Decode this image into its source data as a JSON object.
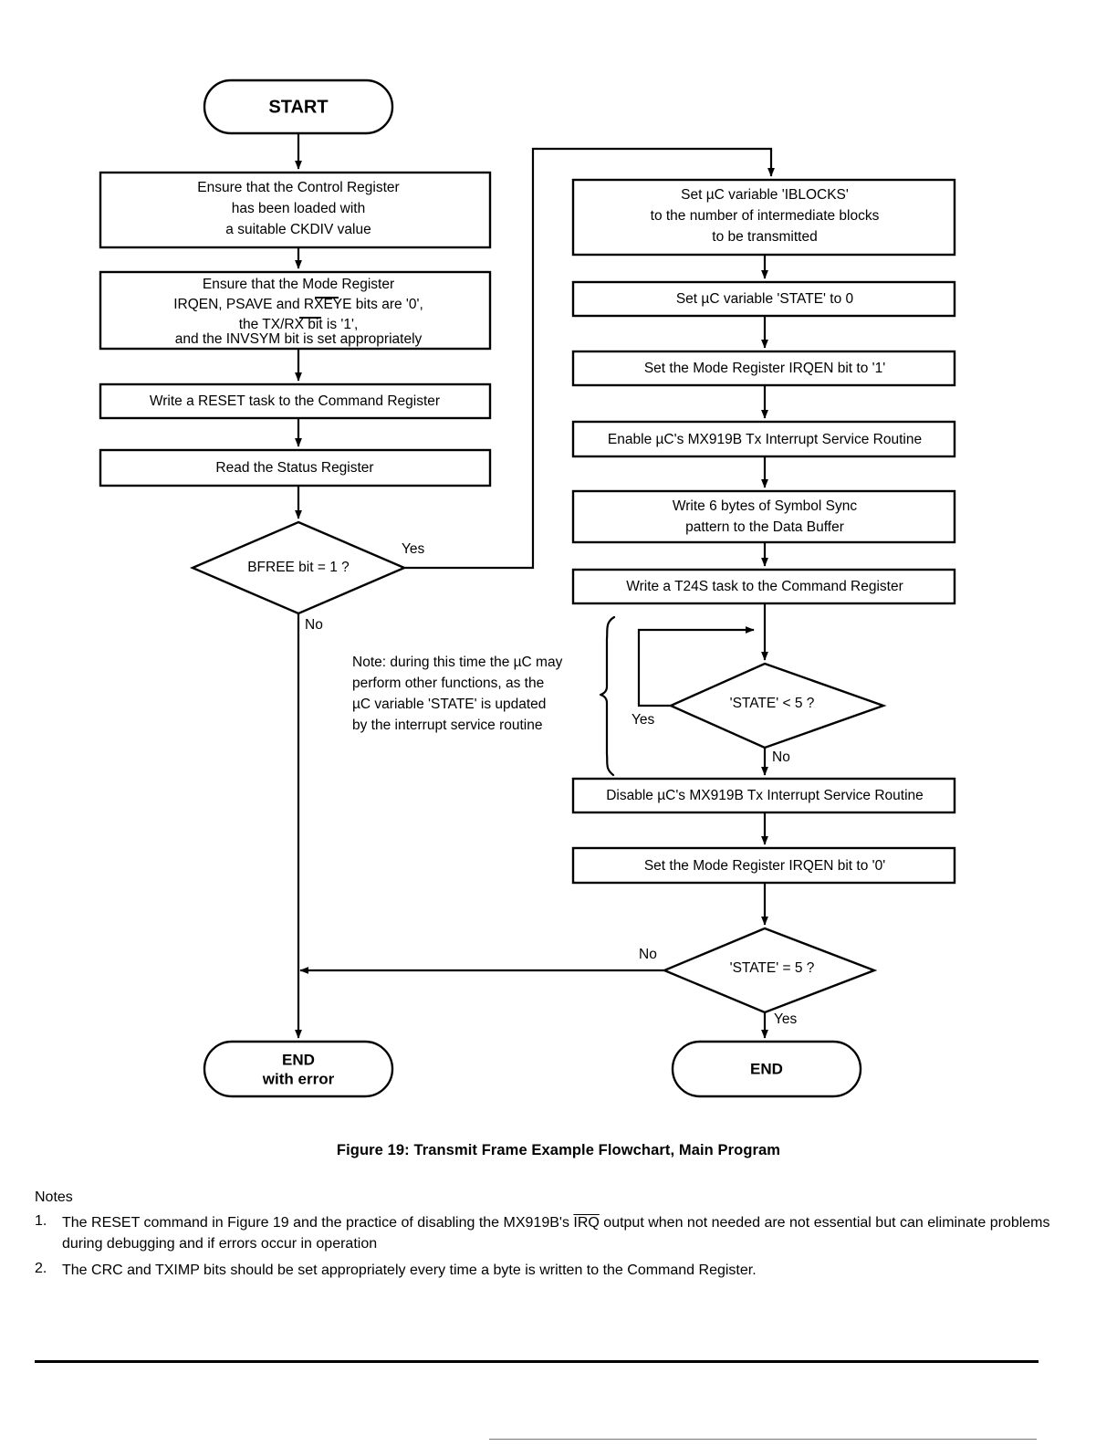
{
  "figure": {
    "caption": "Figure 19:  Transmit Frame Example Flowchart, Main Program"
  },
  "flowchart": {
    "type": "flowchart",
    "nodes": [
      {
        "id": "start",
        "shape": "terminator",
        "text": "START"
      },
      {
        "id": "ctrl_reg",
        "shape": "process",
        "lines": [
          "Ensure that the Control Register",
          "has been loaded with",
          "a suitable CKDIV value"
        ]
      },
      {
        "id": "mode_reg",
        "shape": "process",
        "lines": [
          "Ensure that the Mode Register",
          "IRQEN, PSAVE and RXEYE bits are '0',",
          "the TX/RX bit is '1',",
          "and the INVSYM bit is set appropriately"
        ]
      },
      {
        "id": "reset_task",
        "shape": "process",
        "lines": [
          "Write a RESET task to the Command Register"
        ]
      },
      {
        "id": "read_status",
        "shape": "process",
        "lines": [
          "Read the Status Register"
        ]
      },
      {
        "id": "bfree",
        "shape": "decision",
        "text": "BFREE bit = 1 ?"
      },
      {
        "id": "end_error",
        "shape": "terminator",
        "lines": [
          "END",
          "with error"
        ]
      },
      {
        "id": "iblocks",
        "shape": "process",
        "lines": [
          "Set µC variable 'IBLOCKS'",
          "to the number of intermediate blocks",
          "to be transmitted"
        ]
      },
      {
        "id": "state_zero",
        "shape": "process",
        "lines": [
          "Set µC variable 'STATE' to 0"
        ]
      },
      {
        "id": "irqen_one",
        "shape": "process",
        "lines": [
          "Set the Mode Register  IRQEN bit to '1'"
        ]
      },
      {
        "id": "enable_isr",
        "shape": "process",
        "lines": [
          "Enable µC's MX919B Tx Interrupt Service Routine"
        ]
      },
      {
        "id": "symbol_sync",
        "shape": "process",
        "lines": [
          "Write 6 bytes of Symbol Sync",
          "pattern to the Data Buffer"
        ]
      },
      {
        "id": "t24s_task",
        "shape": "process",
        "lines": [
          "Write a T24S task to the Command Register"
        ]
      },
      {
        "id": "state_lt5",
        "shape": "decision",
        "text": "'STATE' < 5 ?"
      },
      {
        "id": "disable_isr",
        "shape": "process",
        "lines": [
          "Disable µC's MX919B Tx Interrupt Service Routine"
        ]
      },
      {
        "id": "irqen_zero",
        "shape": "process",
        "lines": [
          "Set the Mode Register  IRQEN bit to '0'"
        ]
      },
      {
        "id": "state_eq5",
        "shape": "decision",
        "text": "'STATE' = 5 ?"
      },
      {
        "id": "end_ok",
        "shape": "terminator",
        "text": "END"
      }
    ],
    "edges": [
      {
        "from": "start",
        "to": "ctrl_reg",
        "label": ""
      },
      {
        "from": "ctrl_reg",
        "to": "mode_reg",
        "label": ""
      },
      {
        "from": "mode_reg",
        "to": "reset_task",
        "label": ""
      },
      {
        "from": "reset_task",
        "to": "read_status",
        "label": ""
      },
      {
        "from": "read_status",
        "to": "bfree",
        "label": ""
      },
      {
        "from": "bfree",
        "to": "iblocks",
        "label": "Yes"
      },
      {
        "from": "bfree",
        "to": "end_error",
        "label": "No"
      },
      {
        "from": "iblocks",
        "to": "state_zero",
        "label": ""
      },
      {
        "from": "state_zero",
        "to": "irqen_one",
        "label": ""
      },
      {
        "from": "irqen_one",
        "to": "enable_isr",
        "label": ""
      },
      {
        "from": "enable_isr",
        "to": "symbol_sync",
        "label": ""
      },
      {
        "from": "symbol_sync",
        "to": "t24s_task",
        "label": ""
      },
      {
        "from": "t24s_task",
        "to": "state_lt5",
        "label": ""
      },
      {
        "from": "state_lt5",
        "to": "state_lt5",
        "label": "Yes"
      },
      {
        "from": "state_lt5",
        "to": "disable_isr",
        "label": "No"
      },
      {
        "from": "disable_isr",
        "to": "irqen_zero",
        "label": ""
      },
      {
        "from": "irqen_zero",
        "to": "state_eq5",
        "label": ""
      },
      {
        "from": "state_eq5",
        "to": "end_ok",
        "label": "Yes"
      },
      {
        "from": "state_eq5",
        "to": "end_error",
        "label": "No"
      }
    ],
    "annotation": {
      "lines": [
        "Note: during this time the µC may",
        "perform other functions, as the",
        "µC variable 'STATE' is updated",
        "by the interrupt service routine"
      ]
    },
    "labels": {
      "yes": "Yes",
      "no": "No"
    },
    "colors": {
      "stroke": "#000000",
      "fill": "#ffffff",
      "text": "#000000"
    }
  },
  "notes": {
    "heading": "Notes",
    "items": [
      {
        "number": "1.",
        "pre": "The RESET command in Figure 19 and the practice of disabling the MX919B's ",
        "overlined": "IRQ",
        "post": "  output when not needed are not essential but can eliminate problems during debugging and if errors occur in operation"
      },
      {
        "number": "2.",
        "pre": "The CRC and TXIMP bits should be set appropriately every time a byte is written to the Command Register.",
        "overlined": "",
        "post": ""
      }
    ]
  }
}
